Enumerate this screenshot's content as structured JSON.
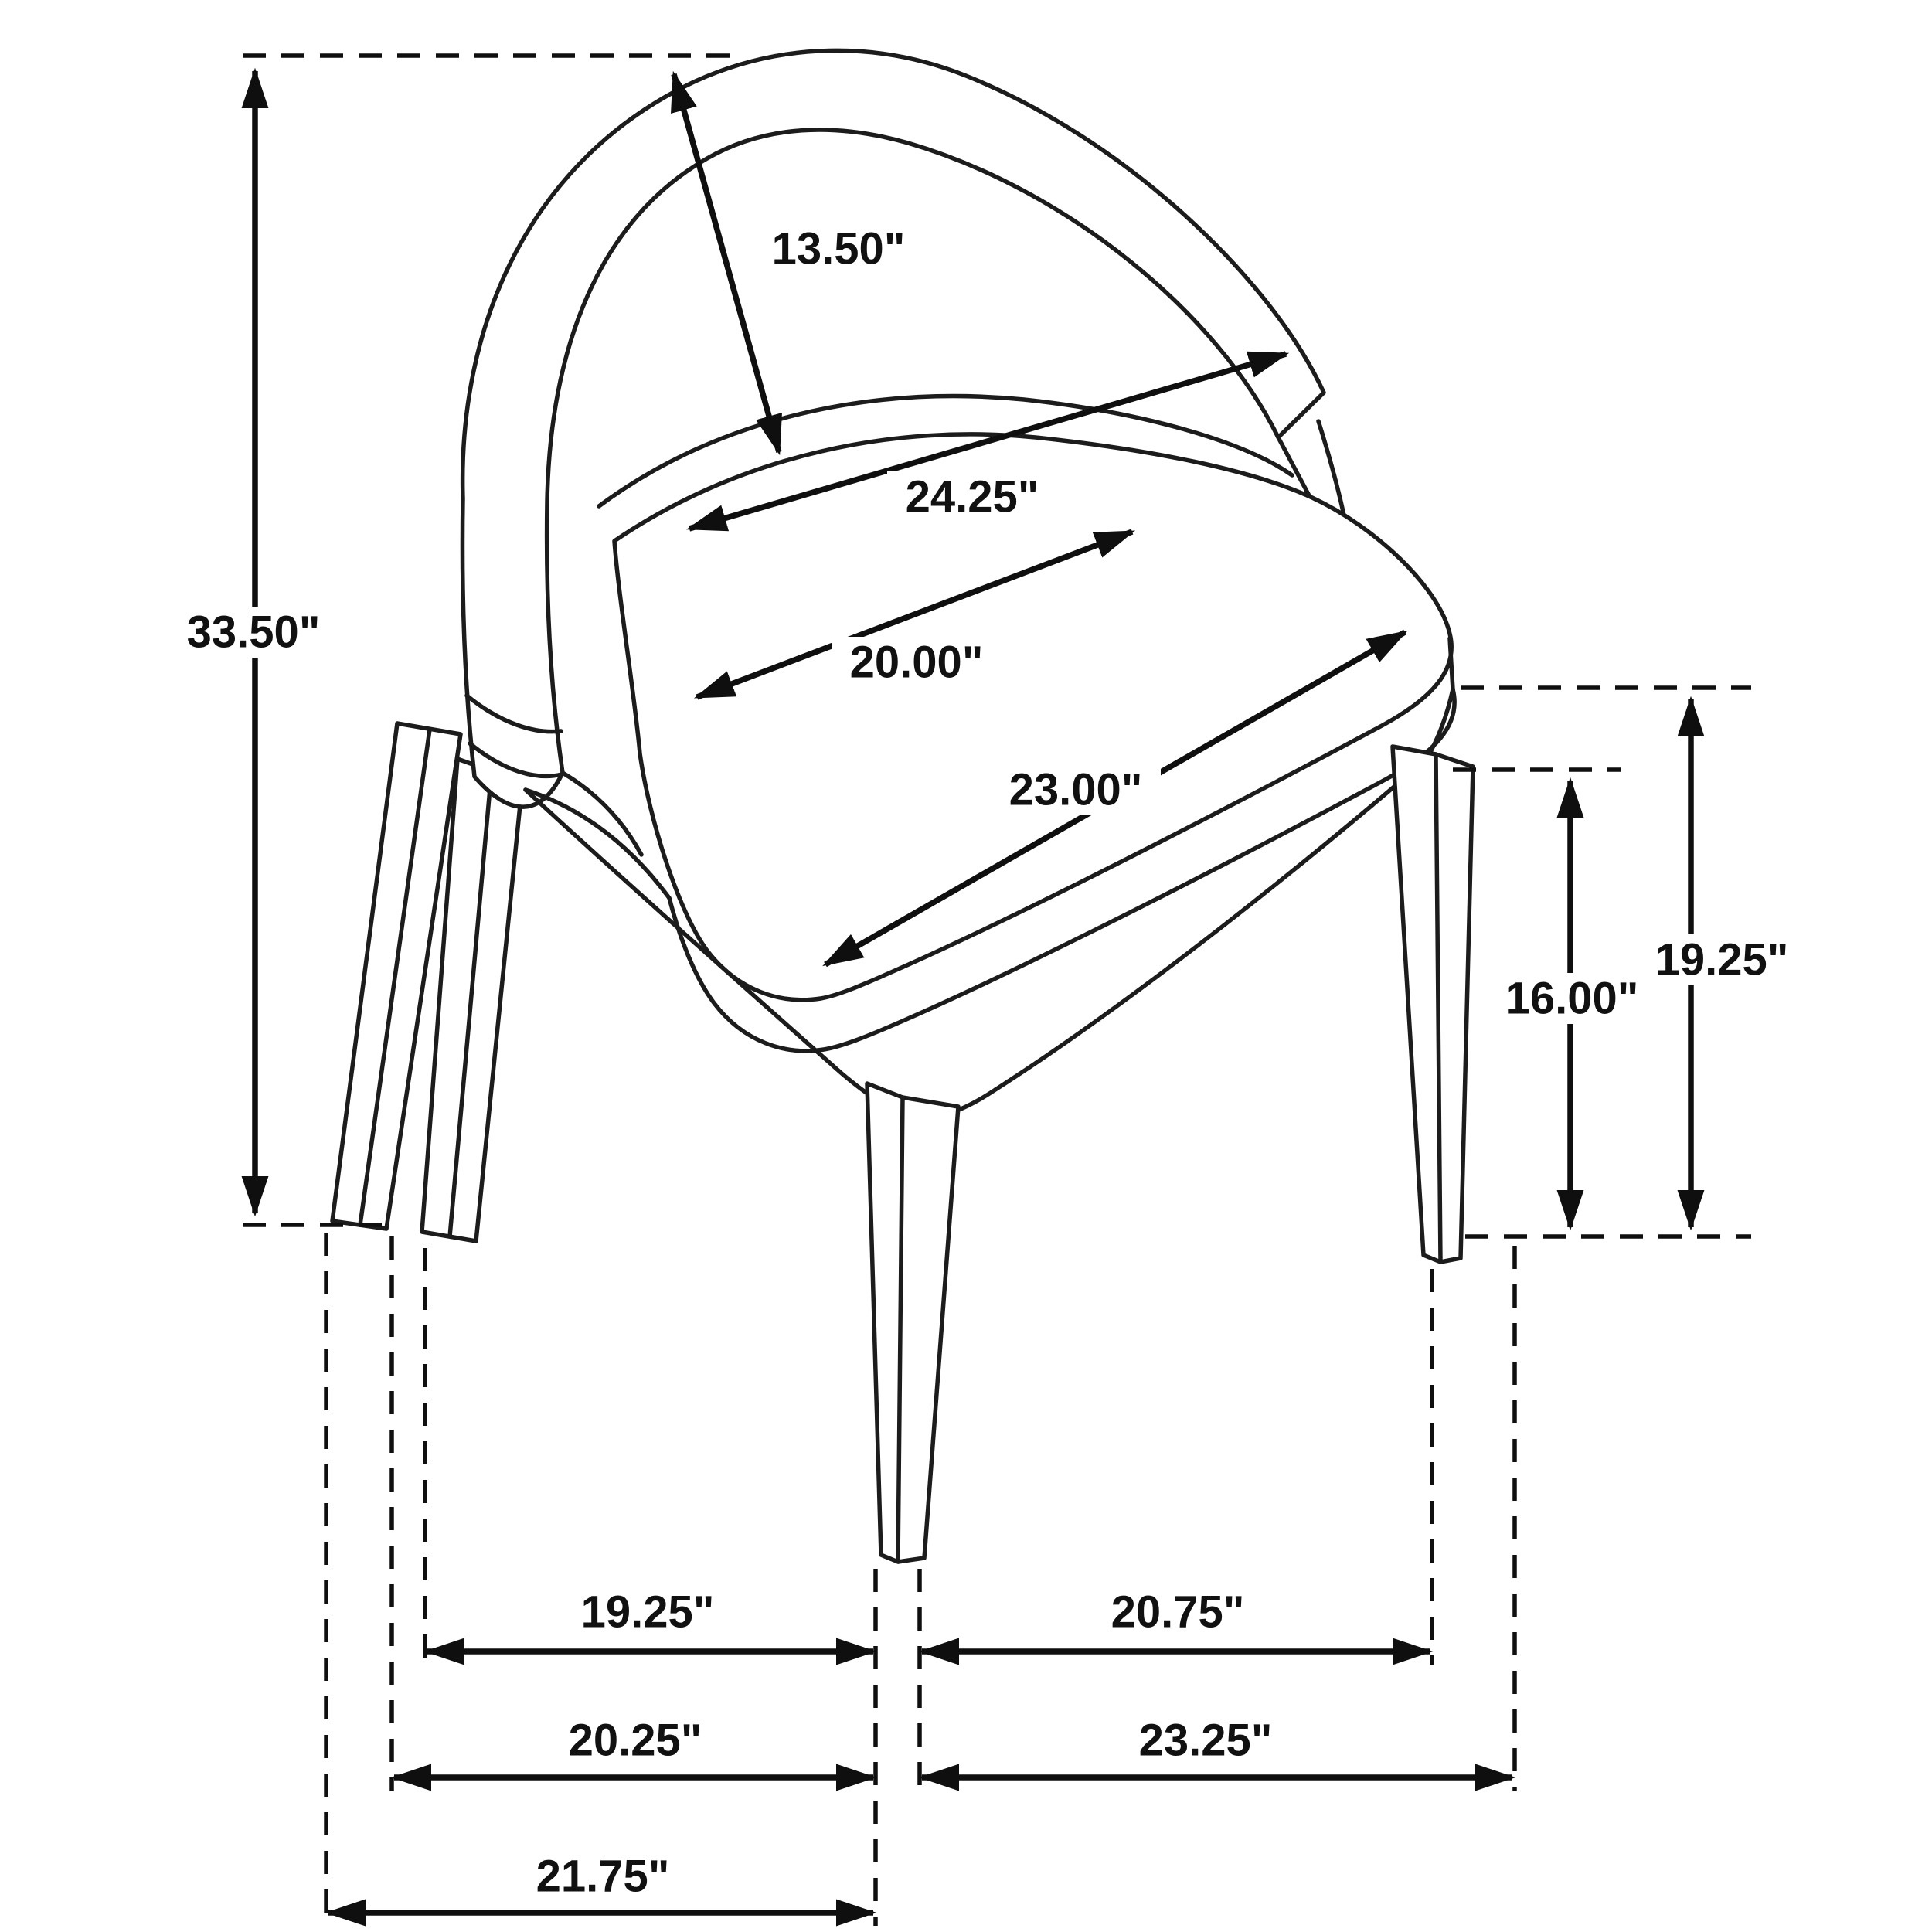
{
  "figure": {
    "type": "furniture-dimension-diagram",
    "unit": "inches"
  },
  "dims": {
    "back_diagonal": "13.50\"",
    "arm_to_arm_width": "24.25\"",
    "overall_height": "33.50\"",
    "seat_back_width": "20.00\"",
    "seat_front_width": "23.00\"",
    "floor_to_seat_top": "19.25\"",
    "floor_to_seat_frame": "16.00\"",
    "span_front_left_to_front_leg": "19.25\"",
    "span_front_leg_to_right_leg": "20.75\"",
    "span_back_left_to_front_leg": "20.25\"",
    "span_front_leg_to_back_right": "23.25\"",
    "span_overall_depth": "21.75\""
  }
}
